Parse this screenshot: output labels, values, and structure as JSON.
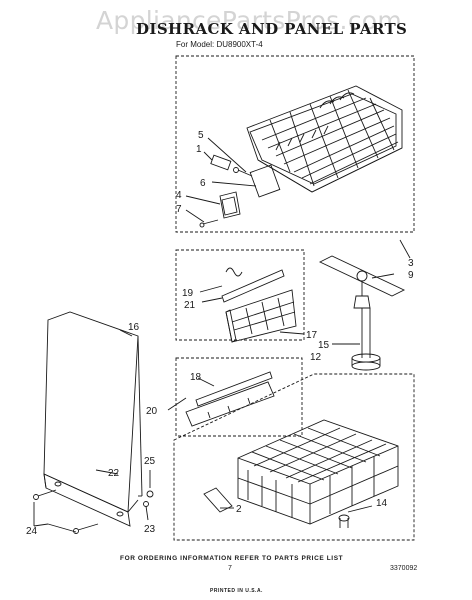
{
  "watermark": "AppliancePartsPros.com",
  "title": "DISHRACK AND PANEL PARTS",
  "model": "For Model: DU8900XT-4",
  "footer": "FOR ORDERING INFORMATION REFER TO PARTS PRICE LIST",
  "page_number": "7",
  "doc_number": "3370092",
  "imprint": "PRINTED IN U.S.A.",
  "callouts": [
    "1",
    "2",
    "3",
    "4",
    "5",
    "6",
    "7",
    "9",
    "12",
    "14",
    "15",
    "16",
    "17",
    "18",
    "19",
    "20",
    "21",
    "22",
    "23",
    "24",
    "25"
  ],
  "colors": {
    "ink": "#1a1a1a",
    "watermark": "#d4d4d4",
    "background": "#ffffff"
  }
}
